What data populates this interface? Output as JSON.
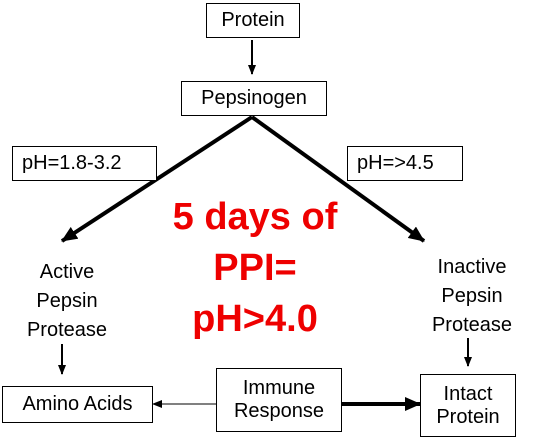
{
  "nodes": {
    "protein": "Protein",
    "pepsinogen": "Pepsinogen",
    "ph_low": "pH=1.8-3.2",
    "ph_high": "pH=>4.5",
    "active_pepsin": [
      "Active",
      "Pepsin",
      "Protease"
    ],
    "inactive_pepsin": [
      "Inactive",
      "Pepsin",
      "Protease"
    ],
    "amino_acids": "Amino Acids",
    "immune_response": [
      "Immune",
      "Response"
    ],
    "intact_protein": [
      "Intact",
      "Protein"
    ]
  },
  "callout": [
    "5 days of",
    "PPI=",
    "pH>4.0"
  ],
  "colors": {
    "callout": "#ee0000",
    "lines": "#000000"
  }
}
